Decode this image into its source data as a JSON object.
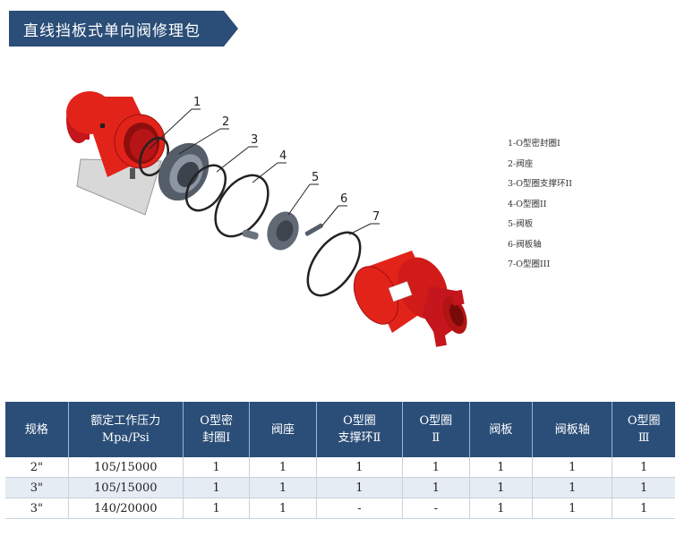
{
  "title": "直线挡板式单向阀修理包",
  "callouts": [
    "1",
    "2",
    "3",
    "4",
    "5",
    "6",
    "7"
  ],
  "legend": [
    "1-O型密封圈I",
    "2-阀座",
    "3-O型圈支撑环II",
    "4-O型圈II",
    "5-阀板",
    "6-阀板轴",
    "7-O型圈III"
  ],
  "table": {
    "headers": [
      [
        "规格"
      ],
      [
        "额定工作压力",
        "Mpa/Psi"
      ],
      [
        "O型密",
        "封圈Ⅰ"
      ],
      [
        "阀座"
      ],
      [
        "O型圈",
        "支撑环Ⅱ"
      ],
      [
        "O型圈",
        "Ⅱ"
      ],
      [
        "阀板"
      ],
      [
        "阀板轴"
      ],
      [
        "O型圈",
        "Ⅲ"
      ]
    ],
    "rows": [
      [
        "2\"",
        "105/15000",
        "1",
        "1",
        "1",
        "1",
        "1",
        "1",
        "1"
      ],
      [
        "3\"",
        "105/15000",
        "1",
        "1",
        "1",
        "1",
        "1",
        "1",
        "1"
      ],
      [
        "3\"",
        "140/20000",
        "1",
        "1",
        "-",
        "-",
        "1",
        "1",
        "1"
      ]
    ]
  },
  "colors": {
    "banner": "#2b4e78",
    "body_red": "#e2231a",
    "part_gray": "#6b7380",
    "table_header": "#2b4e78",
    "row_alt": "#e6ecf4"
  }
}
